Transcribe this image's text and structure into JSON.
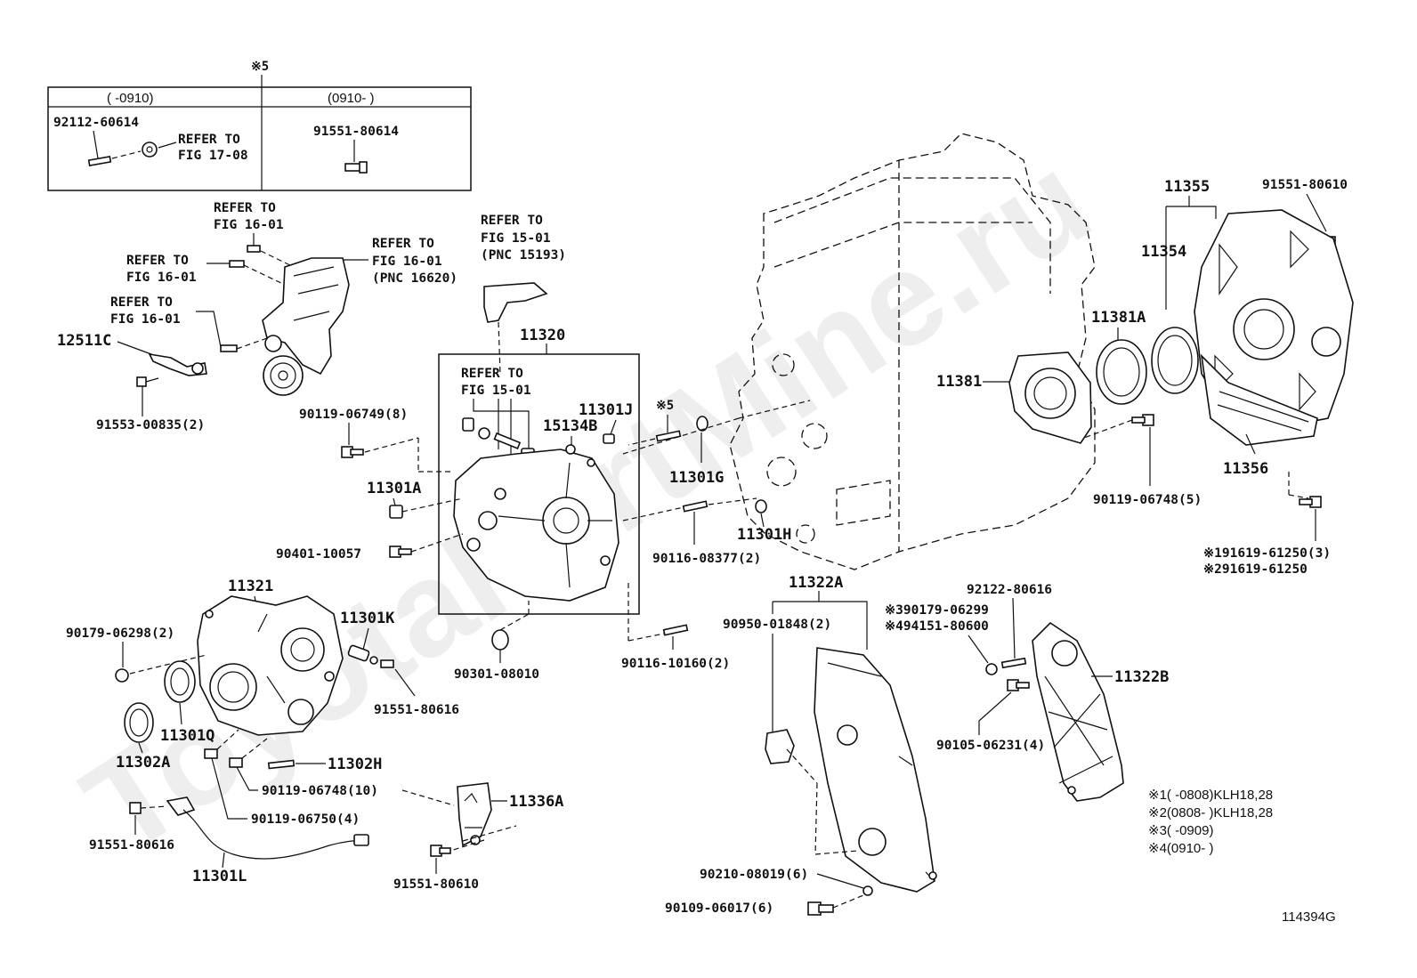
{
  "watermark": "ToyotaPartMine.ru",
  "figure_id": "114394G",
  "table": {
    "marker": "※5",
    "col1_header": "(      -0910)",
    "col2_header": "(0910-      )",
    "col1_part": "92112-60614",
    "col1_refer_line1": "REFER TO",
    "col1_refer_line2": "FIG 17-08",
    "col2_part": "91551-80614"
  },
  "callouts": {
    "refer_fig16_top_1": "REFER TO",
    "refer_fig16_top_2": "FIG 16-01",
    "refer_fig16_right_1": "REFER TO",
    "refer_fig16_right_2": "FIG 16-01",
    "refer_fig16_right_3": "(PNC 16620)",
    "refer_fig16_left_1": "REFER TO",
    "refer_fig16_left_2": "FIG 16-01",
    "refer_fig16_low_1": "REFER TO",
    "refer_fig16_low_2": "FIG 16-01",
    "refer_fig15_top_1": "REFER TO",
    "refer_fig15_top_2": "FIG 15-01",
    "refer_fig15_top_3": "(PNC 15193)",
    "refer_fig15_box_1": "REFER TO",
    "refer_fig15_box_2": "FIG 15-01",
    "p12511C": "12511C",
    "p91553": "91553-00835(2)",
    "p90119_6749": "90119-06749(8)",
    "p11320": "11320",
    "p11301J": "11301J",
    "p15134B": "15134B",
    "p_star5": "※5",
    "p11301A": "11301A",
    "p90401": "90401-10057",
    "p11301G": "11301G",
    "p90116_8377": "90116-08377(2)",
    "p11301H": "11301H",
    "p90301": "90301-08010",
    "p90116_10160": "90116-10160(2)",
    "p11321": "11321",
    "p90179_6298": "90179-06298(2)",
    "p11301K": "11301K",
    "p91551_80616a": "91551-80616",
    "p11301Q": "11301Q",
    "p11302A": "11302A",
    "p11302H": "11302H",
    "p90119_6748_10": "90119-06748(10)",
    "p90119_6750": "90119-06750(4)",
    "p11336A": "11336A",
    "p91551_80616b": "91551-80616",
    "p11301L": "11301L",
    "p91551_80610b": "91551-80610",
    "p11322A": "11322A",
    "p90950": "90950-01848(2)",
    "p90210": "90210-08019(6)",
    "p90109": "90109-06017(6)",
    "p11381": "11381",
    "p11381A": "11381A",
    "p11355": "11355",
    "p11354": "11354",
    "p91551_80610a": "91551-80610",
    "p11356": "11356",
    "p90119_6748_5": "90119-06748(5)",
    "p91619_a": "※191619-61250(3)",
    "p91619_b": "※291619-61250",
    "p92122": "92122-80616",
    "p90179_6299": "※390179-06299",
    "p94151": "※494151-80600",
    "p11322B": "11322B",
    "p90105": "90105-06231(4)"
  },
  "notes": [
    "※1(      -0808)KLH18,28",
    "※2(0808-      )KLH18,28",
    "※3(      -0909)",
    "※4(0910-      )"
  ]
}
